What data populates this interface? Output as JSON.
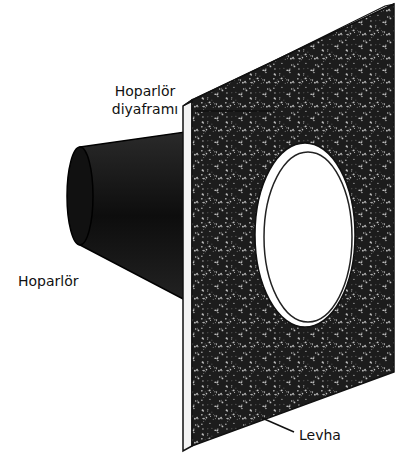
{
  "diagram": {
    "labels": [
      "Hoparlör diyaframı",
      "Hoparlör",
      "Levha"
    ]
  }
}
